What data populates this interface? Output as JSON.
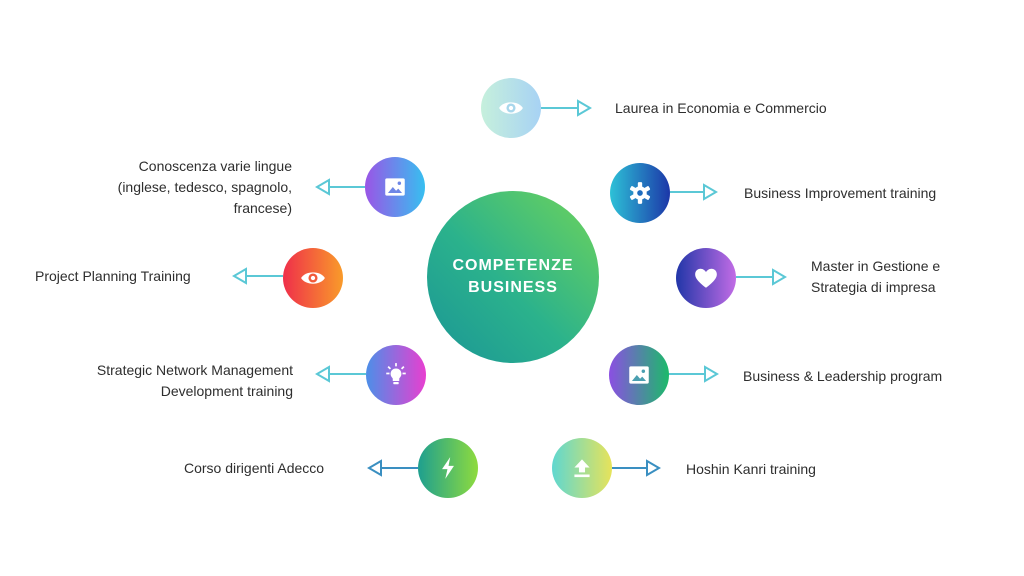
{
  "center": {
    "line1": "COMPETENZE",
    "line2": "BUSINESS"
  },
  "items": [
    {
      "id": "laurea",
      "icon": "eye-icon",
      "lines": [
        "Laurea in Economia e Commercio"
      ]
    },
    {
      "id": "business-improvement",
      "icon": "gear-icon",
      "lines": [
        "Business Improvement training"
      ]
    },
    {
      "id": "master",
      "icon": "heart-icon",
      "lines": [
        "Master in Gestione e",
        "Strategia di impresa"
      ]
    },
    {
      "id": "leadership",
      "icon": "image-icon",
      "lines": [
        "Business & Leadership program"
      ]
    },
    {
      "id": "hoshin",
      "icon": "upload-icon",
      "lines": [
        "Hoshin Kanri training"
      ]
    },
    {
      "id": "lingue",
      "icon": "image-icon",
      "lines": [
        "Conoscenza varie lingue",
        "(inglese, tedesco, spagnolo,",
        "francese)"
      ]
    },
    {
      "id": "project-planning",
      "icon": "eye-icon",
      "lines": [
        "Project Planning Training"
      ]
    },
    {
      "id": "network",
      "icon": "lightbulb-icon",
      "lines": [
        "Strategic Network Management",
        "Development training"
      ]
    },
    {
      "id": "adecco",
      "icon": "lightning-icon",
      "lines": [
        "Corso dirigenti Adecco"
      ]
    }
  ],
  "colors": {
    "arrow": "#5bc8d6",
    "arrow_dark": "#3a8fc1"
  }
}
